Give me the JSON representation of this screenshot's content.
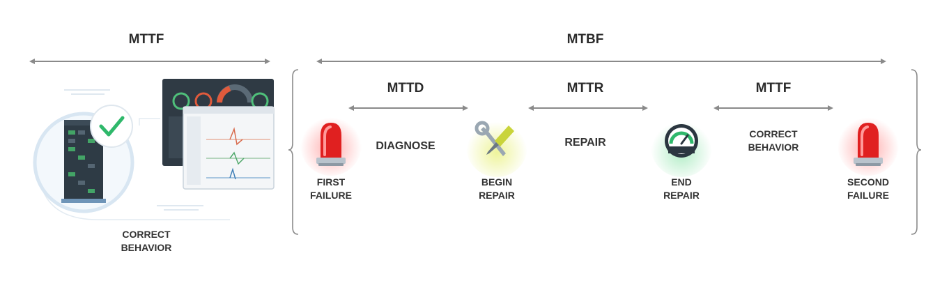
{
  "left": {
    "metric": "MTTF",
    "caption_line1": "CORRECT",
    "caption_line2": "BEHAVIOR"
  },
  "right": {
    "metric": "MTBF",
    "intervals": [
      {
        "metric": "MTTD",
        "action": "DIAGNOSE"
      },
      {
        "metric": "MTTR",
        "action": "REPAIR"
      },
      {
        "metric": "MTTF",
        "action_line1": "CORRECT",
        "action_line2": "BEHAVIOR"
      }
    ],
    "events": [
      {
        "line1": "FIRST",
        "line2": "FAILURE",
        "icon": "siren-icon"
      },
      {
        "line1": "BEGIN",
        "line2": "REPAIR",
        "icon": "tools-icon"
      },
      {
        "line1": "END",
        "line2": "REPAIR",
        "icon": "gauge-icon"
      },
      {
        "line1": "SECOND",
        "line2": "FAILURE",
        "icon": "siren-icon"
      }
    ]
  },
  "colors": {
    "arrow": "#8a8a8a",
    "siren_red": "#e02020",
    "check_green": "#2fb86b",
    "server_dark": "#2e3b45"
  }
}
